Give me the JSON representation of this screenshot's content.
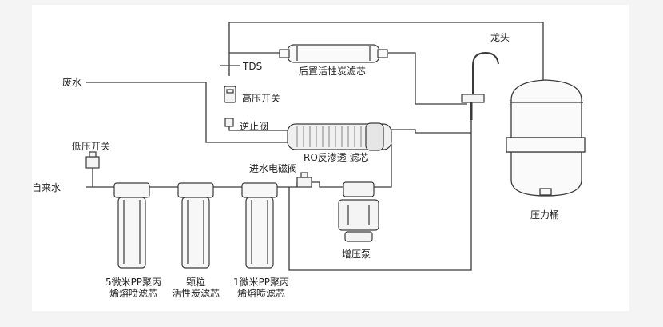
{
  "labels": {
    "tds": "TDS",
    "post_carbon": "后置活性炭滤芯",
    "faucet": "龙头",
    "waste": "废水",
    "hp_switch": "高压开关",
    "check_valve": "逆止阀",
    "lp_switch": "低压开关",
    "ro_membrane": "RO反渗透 滤芯",
    "inlet_valve": "进水电磁阀",
    "tap_water": "自来水",
    "tank": "压力桶",
    "pump": "增压泵",
    "filter1_line1": "5微米PP聚丙",
    "filter1_line2": "烯熔喷滤芯",
    "filter2_line1": "颗粒",
    "filter2_line2": "活性炭滤芯",
    "filter3_line1": "1微米PP聚丙",
    "filter3_line2": "烯熔喷滤芯"
  },
  "colors": {
    "line": "#3a3a3a",
    "background": "#ffffff",
    "band": "#f4f4f4"
  }
}
